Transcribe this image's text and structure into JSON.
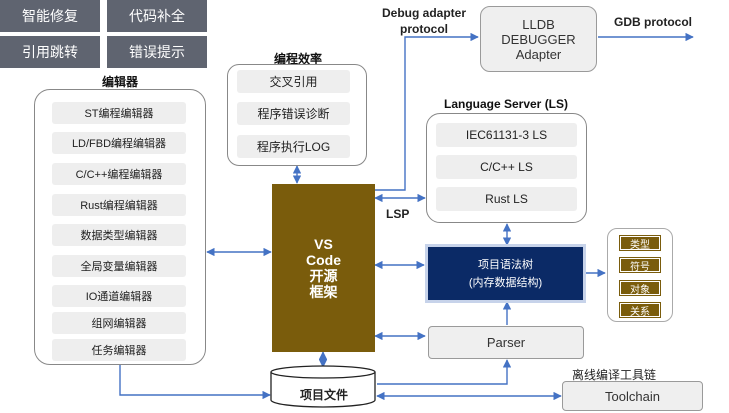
{
  "features": [
    "智能修复",
    "代码补全",
    "引用跳转",
    "错误提示"
  ],
  "editor_group": {
    "title": "编辑器",
    "items": [
      "ST编程编辑器",
      "LD/FBD编程编辑器",
      "C/C++编程编辑器",
      "Rust编程编辑器",
      "数据类型编辑器",
      "全局变量编辑器",
      "IO通道编辑器",
      "组网编辑器",
      "任务编辑器"
    ]
  },
  "efficiency_group": {
    "title": "编程效率",
    "items": [
      "交叉引用",
      "程序错误诊断",
      "程序执行LOG"
    ]
  },
  "core": {
    "line1": "VS",
    "line2": "Code",
    "line3": "开源",
    "line4": "框架"
  },
  "debug": {
    "label_line1": "Debug adapter",
    "label_line2": "protocol",
    "box_line1": "LLDB",
    "box_line2": "DEBUGGER",
    "box_line3": "Adapter",
    "gdb_label": "GDB protocol"
  },
  "language_server": {
    "title": "Language Server (LS)",
    "items": [
      "IEC61131-3 LS",
      "C/C++ LS",
      "Rust LS"
    ],
    "lsp_label": "LSP"
  },
  "ast": {
    "line1": "项目语法树",
    "line2": "(内存数据结构)"
  },
  "ast_tags": [
    "类型",
    "符号",
    "对象",
    "关系"
  ],
  "parser": {
    "label": "Parser"
  },
  "project_file": {
    "label": "项目文件"
  },
  "toolchain": {
    "title": "离线编译工具链",
    "label": "Toolchain"
  },
  "colors": {
    "arrow": "#4472c4",
    "core": "#7a5c0c",
    "ast": "#0b2a66",
    "feature": "#5f6470"
  }
}
